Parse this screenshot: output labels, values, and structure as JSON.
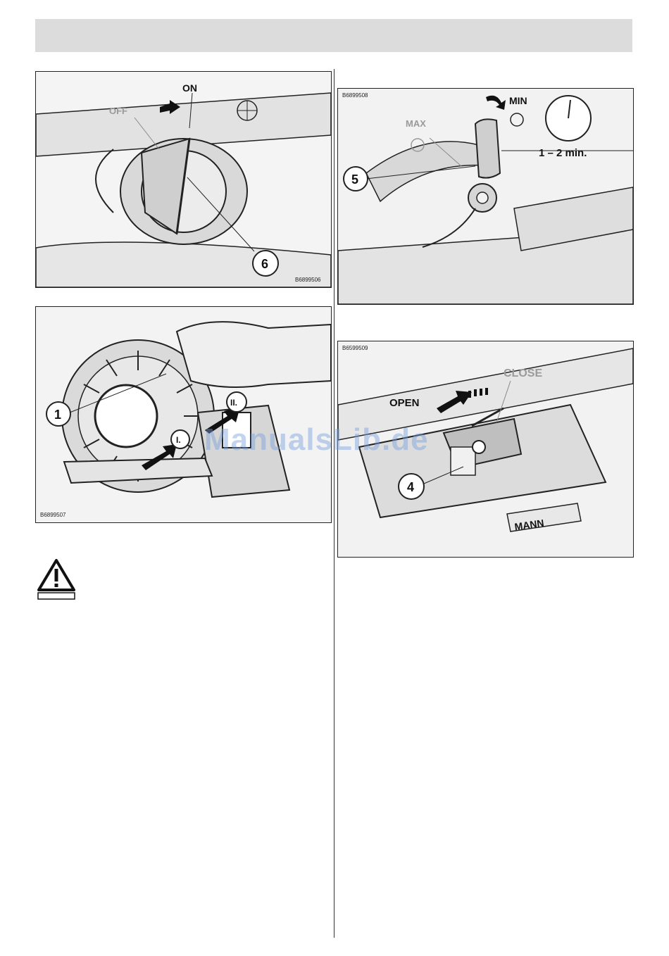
{
  "figures": {
    "fig_ignition": {
      "code": "B6899506",
      "labels": {
        "off": "OFF",
        "on": "ON"
      },
      "callouts": [
        "6"
      ]
    },
    "fig_fuel_tap": {
      "code": "B6899508",
      "labels": {
        "max": "MAX",
        "min": "MIN",
        "time": "1 – 2 min."
      },
      "callouts": [
        "5"
      ]
    },
    "fig_starter": {
      "code": "B6899507",
      "labels": {
        "step1": "I.",
        "step2": "II."
      },
      "callouts": [
        "1"
      ]
    },
    "fig_choke": {
      "code": "B6599509",
      "labels": {
        "open": "OPEN",
        "close": "CLOSE",
        "brand": "MANN"
      },
      "callouts": [
        "4"
      ]
    }
  },
  "watermark": "ManualsLib.de",
  "colors": {
    "header_bar": "#dcdcdc",
    "watermark": "#78a0dc"
  }
}
